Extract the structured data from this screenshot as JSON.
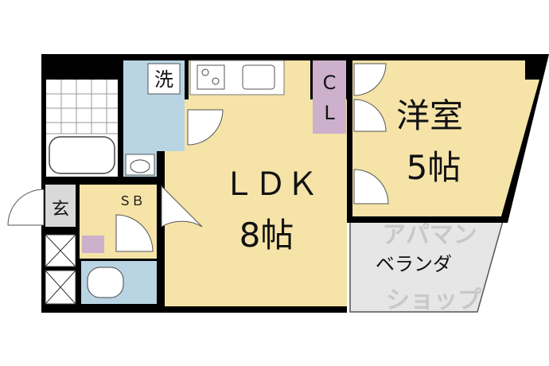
{
  "rooms": {
    "ldk_name": "ＬＤＫ",
    "ldk_size": "8帖",
    "western_name": "洋室",
    "western_size": "5帖",
    "closet": "C",
    "closet2": "L",
    "shoe_box": "ＳＢ",
    "entrance": "玄",
    "washer": "洗",
    "balcony": "ベランダ"
  },
  "watermark": "アパマンショップ",
  "colors": {
    "floor": "#f5e3a8",
    "water": "#b9d4e2",
    "closet": "#cdb0cc",
    "entrance": "#d9d9d9",
    "wall": "#000000"
  }
}
